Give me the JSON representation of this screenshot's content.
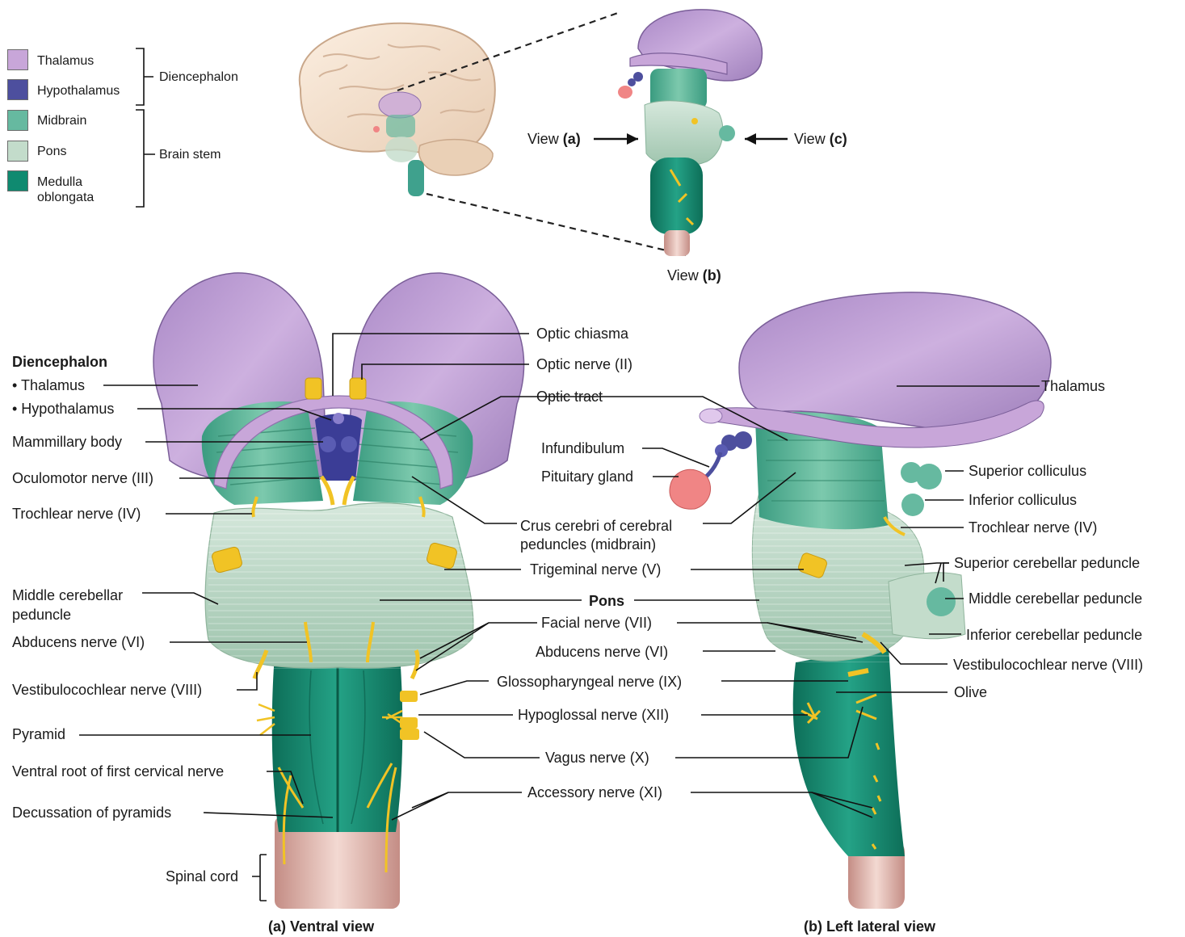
{
  "colors": {
    "thalamus": "#c8a6d9",
    "hypothalamus": "#4d4f9e",
    "midbrain": "#66b9a0",
    "pons": "#c3dccb",
    "medulla": "#0f8a70",
    "nerve": "#f1c325",
    "pituitary": "#f08585"
  },
  "legend": {
    "items": [
      {
        "label": "Thalamus",
        "icon": "thalamus-swatch"
      },
      {
        "label": "Hypothalamus",
        "icon": "hypothalamus-swatch"
      },
      {
        "label": "Midbrain",
        "icon": "midbrain-swatch"
      },
      {
        "label": "Pons",
        "icon": "pons-swatch"
      },
      {
        "label": "Medulla\noblongata",
        "icon": "medulla-swatch"
      }
    ],
    "groups": [
      "Diencephalon",
      "Brain stem"
    ]
  },
  "views": {
    "view_a_prefix": "View ",
    "view_a_letter": "(a)",
    "view_b_prefix": "View ",
    "view_b_letter": "(b)",
    "view_c_prefix": "View ",
    "view_c_letter": "(c)"
  },
  "ventral": {
    "caption_letter": "(a)",
    "caption_text": "Ventral view",
    "heading": "Diencephalon",
    "left_labels": [
      "• Thalamus",
      "• Hypothalamus",
      "Mammillary body",
      "Oculomotor nerve (III)",
      "Trochlear nerve (IV)",
      "Middle cerebellar\npeduncle",
      "Abducens nerve (VI)",
      "Vestibulocochlear nerve (VIII)",
      "Pyramid",
      "Ventral root of first cervical nerve",
      "Decussation of pyramids",
      "Spinal cord"
    ]
  },
  "center_labels": [
    "Optic chiasma",
    "Optic nerve (II)",
    "Optic tract",
    "Crus cerebri of cerebral\npeduncles (midbrain)",
    "Trigeminal nerve (V)",
    "Pons",
    "Facial nerve (VII)",
    "Abducens nerve (VI)",
    "Glossopharyngeal nerve (IX)",
    "Hypoglossal nerve (XII)",
    "Vagus nerve (X)",
    "Accessory nerve (XI)",
    "Infundibulum",
    "Pituitary gland"
  ],
  "lateral": {
    "caption_letter": "(b)",
    "caption_text": "Left lateral view",
    "right_labels": [
      "Thalamus",
      "Superior colliculus",
      "Inferior colliculus",
      "Trochlear nerve (IV)",
      "Superior cerebellar peduncle",
      "Middle cerebellar peduncle",
      "Inferior cerebellar peduncle",
      "Vestibulocochlear nerve (VIII)",
      "Olive"
    ]
  }
}
